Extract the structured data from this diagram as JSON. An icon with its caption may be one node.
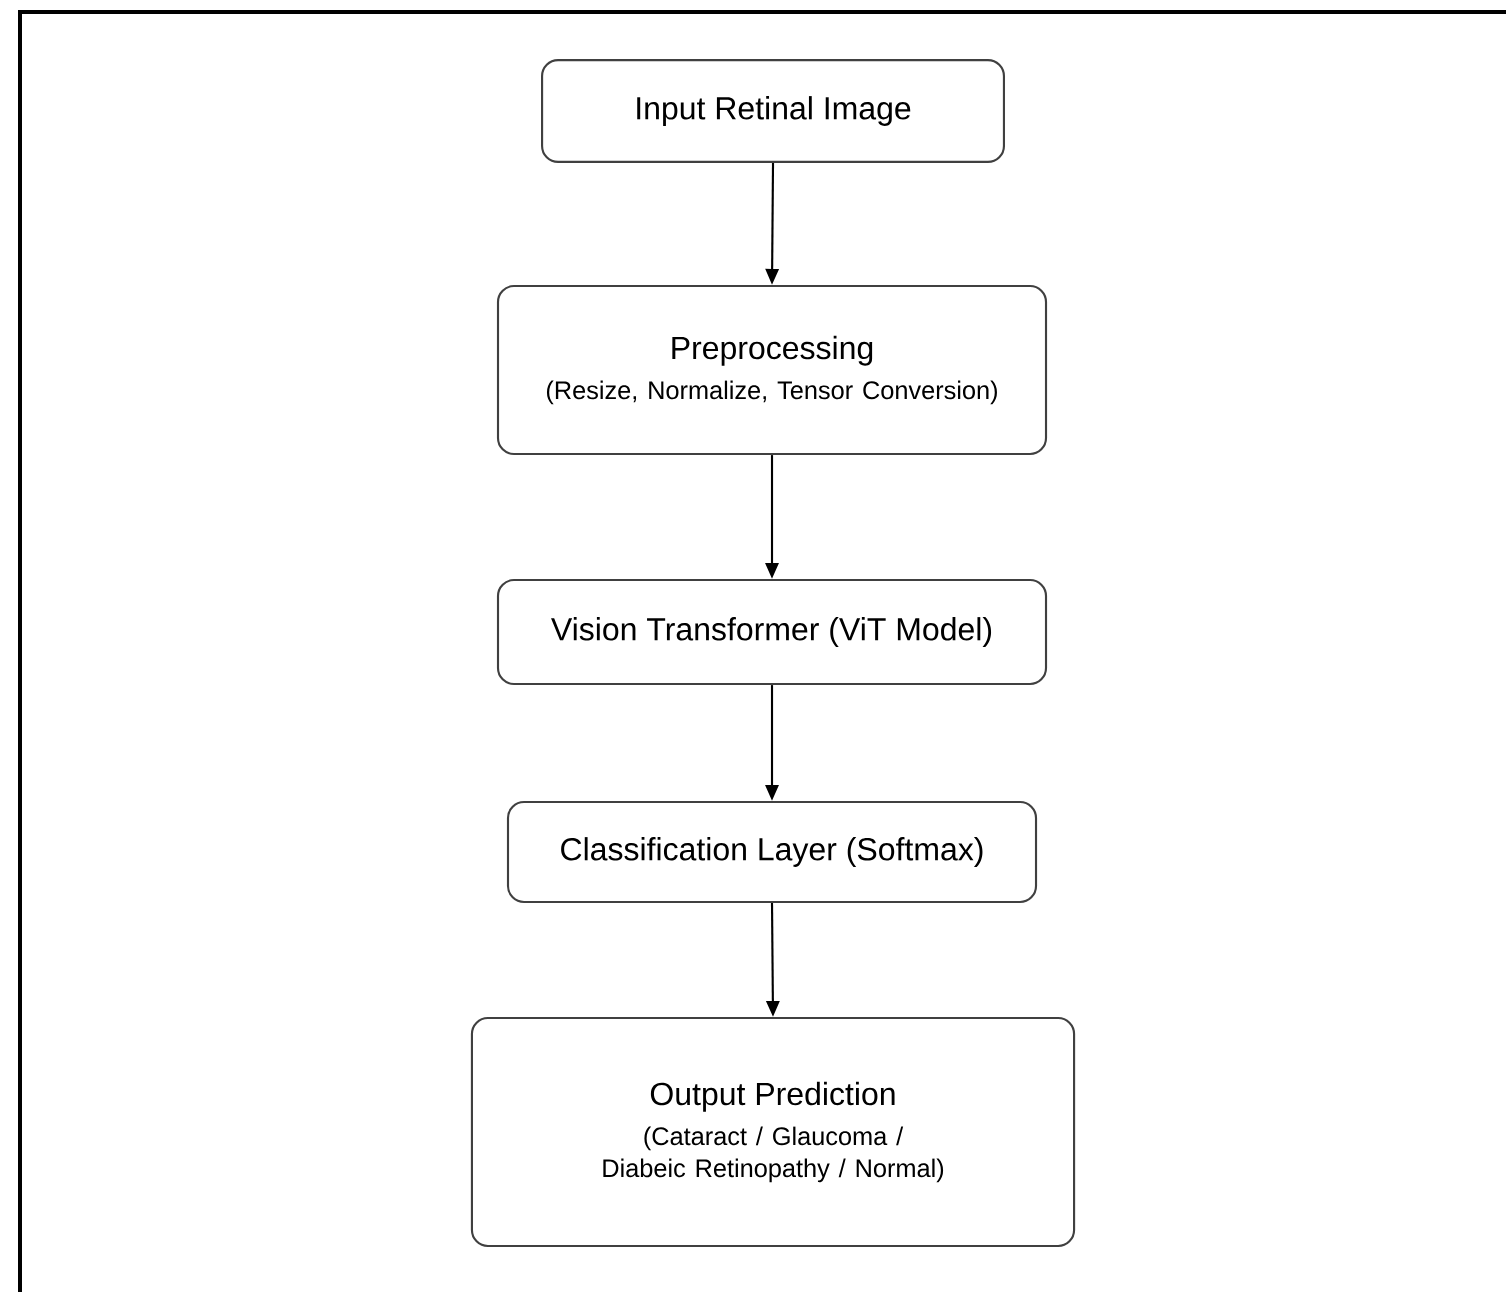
{
  "diagram": {
    "nodes": [
      {
        "text": [
          "Input Retinal Image"
        ]
      },
      {
        "text": [
          "Preprocessing",
          "(Resize, Normalize, Tensor Conversion)"
        ]
      },
      {
        "text": [
          "Vision Transformer (ViT Model)"
        ]
      },
      {
        "text": [
          "Classification Layer (Softmax)"
        ]
      },
      {
        "text": [
          "Output Prediction",
          "(Cataract / Glaucoma / Diabeic Retinopathy / Normal)"
        ]
      }
    ],
    "edges": [
      {
        "from": 0,
        "to": 1,
        "arrow": "to"
      },
      {
        "from": 1,
        "to": 2,
        "arrow": "to"
      },
      {
        "from": 2,
        "to": 3,
        "arrow": "to"
      },
      {
        "from": 3,
        "to": 4,
        "arrow": "to"
      }
    ]
  }
}
